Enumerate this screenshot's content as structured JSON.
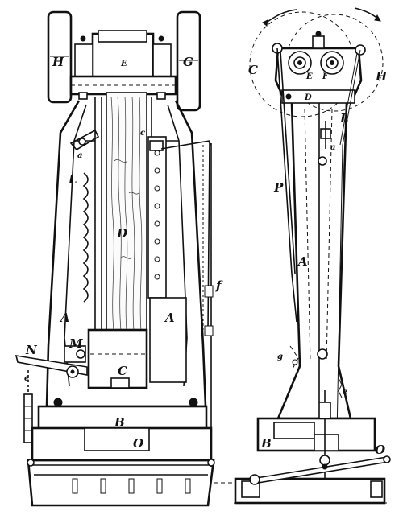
{
  "figure": {
    "left_view_labels": {
      "H": "H",
      "G": "G",
      "E": "E",
      "D": "D",
      "L": "L",
      "A_left": "A",
      "A_right": "A",
      "f": "f",
      "N": "N",
      "M": "M",
      "C": "C",
      "e": "e",
      "B": "B",
      "O": "O",
      "c": "c",
      "a": "a"
    },
    "right_view_labels": {
      "C": "C",
      "H": "H",
      "E": "E",
      "F": "F",
      "D": "D",
      "L": "L",
      "a": "a",
      "P": "P",
      "A": "A",
      "g": "g",
      "e": "e",
      "B": "B",
      "O": "O"
    }
  }
}
